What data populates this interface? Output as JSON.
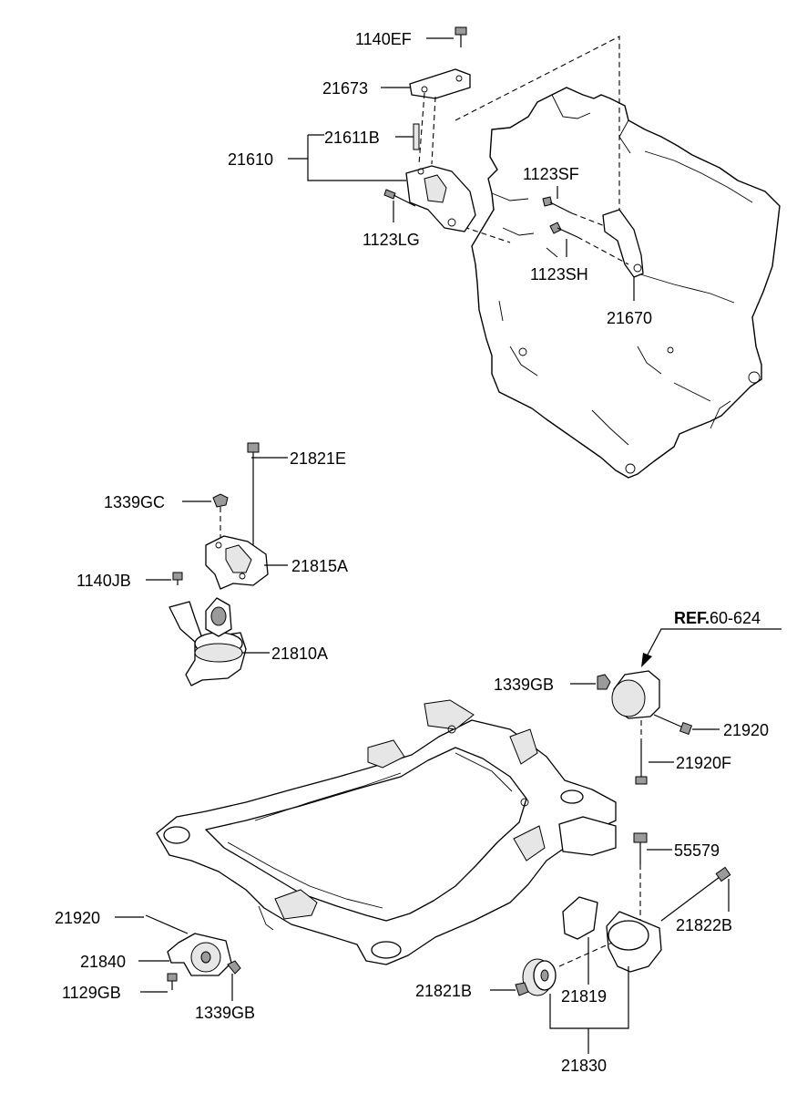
{
  "labels": {
    "p1140EF": "1140EF",
    "p21673": "21673",
    "p21611B": "21611B",
    "p21610": "21610",
    "p1123SF": "1123SF",
    "p1123LG": "1123LG",
    "p1123SH": "1123SH",
    "p21670": "21670",
    "p21821E": "21821E",
    "p1339GC": "1339GC",
    "p21815A": "21815A",
    "p1140JB": "1140JB",
    "p21810A": "21810A",
    "ref_prefix": "REF.",
    "ref_number": "60-624",
    "p1339GB_top": "1339GB",
    "p21920_right": "21920",
    "p21920F": "21920F",
    "p55579": "55579",
    "p21822B": "21822B",
    "p21920_left": "21920",
    "p21840": "21840",
    "p1129GB": "1129GB",
    "p1339GB_bottom": "1339GB",
    "p21821B": "21821B",
    "p21819": "21819",
    "p21830": "21830"
  }
}
